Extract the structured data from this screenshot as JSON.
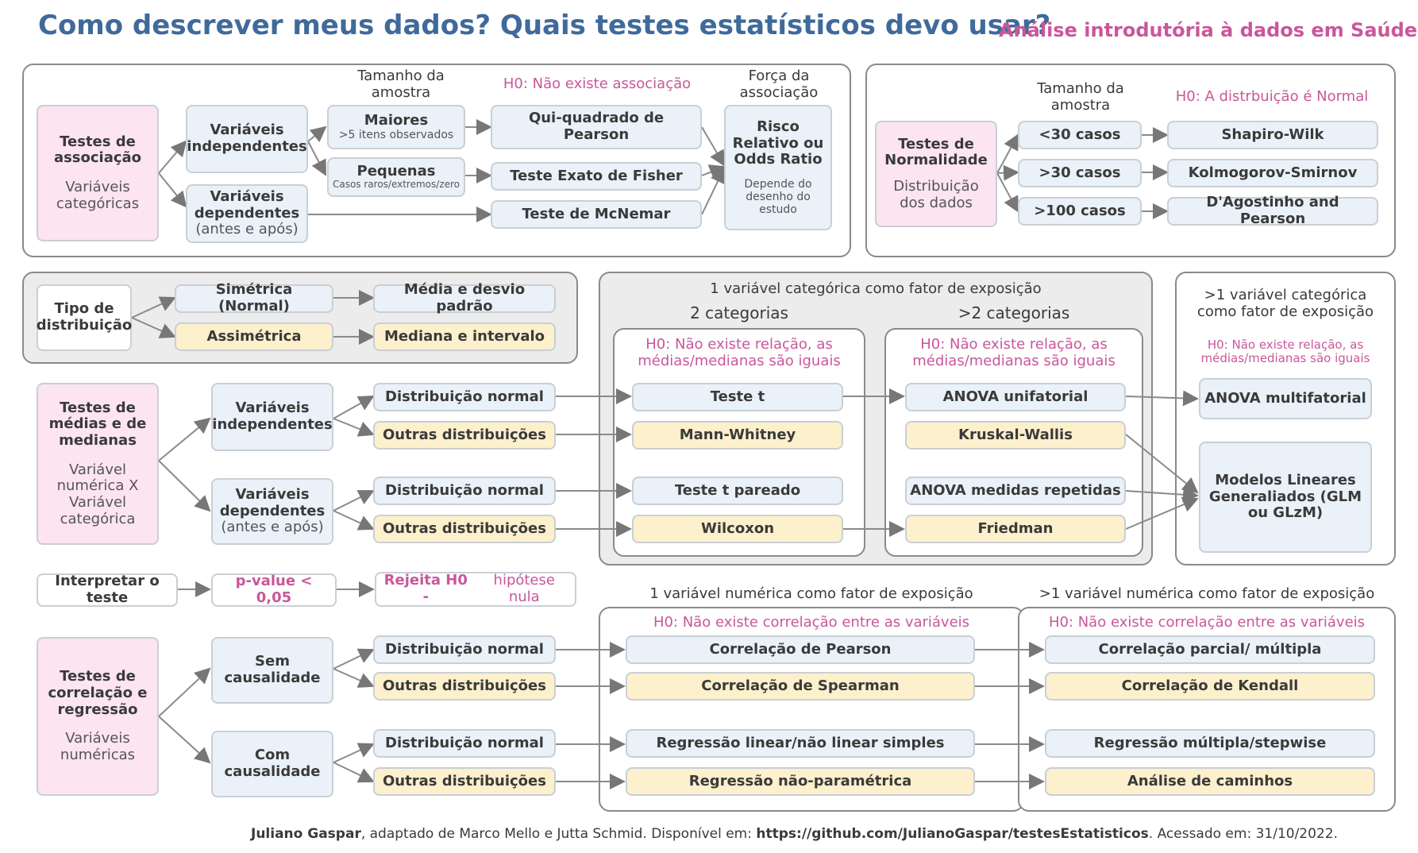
{
  "title": "Como descrever meus dados? Quais testes estatísticos devo usar?",
  "subtitle": "Análise introdutória à dados em Saúde",
  "assoc": {
    "main": "Testes de associação",
    "main_sub": "Variáveis categóricas",
    "indep": "Variáveis independentes",
    "dep": "Variáveis dependentes",
    "dep_sub": "(antes e após)",
    "size_header": "Tamanho da amostra",
    "h0": "H0: Não existe associação",
    "strength_header": "Força da associação",
    "maiores": "Maiores",
    "maiores_sub": ">5 itens observados",
    "pequenas": "Pequenas",
    "pequenas_sub": "Casos raros/extremos/zero",
    "chi": "Qui-quadrado de Pearson",
    "fisher": "Teste Exato de Fisher",
    "mcnemar": "Teste de McNemar",
    "rr": "Risco Relativo ou Odds Ratio",
    "rr_sub": "Depende do desenho do estudo"
  },
  "normality": {
    "main": "Testes de Normalidade",
    "main_sub": "Distribuição dos dados",
    "size_header": "Tamanho da amostra",
    "h0": "H0: A distrbuição é Normal",
    "lt30": "<30 casos",
    "gt30": ">30 casos",
    "gt100": ">100 casos",
    "shapiro": "Shapiro-Wilk",
    "ks": "Kolmogorov-Smirnov",
    "dagostino": "D'Agostinho and Pearson"
  },
  "distrib": {
    "main": "Tipo de distribuição",
    "sym": "Simétrica (Normal)",
    "asym": "Assimétrica",
    "mean": "Média e desvio padrão",
    "median": "Mediana e intervalo"
  },
  "means": {
    "main": "Testes de médias e de medianas",
    "main_sub": "Variável numérica X Variável categórica",
    "indep": "Variáveis independentes",
    "dep": "Variáveis dependentes",
    "dep_sub": "(antes e após)",
    "normal": "Distribuição normal",
    "other": "Outras distribuições",
    "cat1_header": "1 variável categórica como fator de exposição",
    "two_cat": "2 categorias",
    "more_cat": ">2 categorias",
    "h0": "H0: Não existe relação, as médias/medianas são iguais",
    "ttest": "Teste t",
    "mann": "Mann-Whitney",
    "ttest_paired": "Teste t pareado",
    "wilcoxon": "Wilcoxon",
    "anova1": "ANOVA unifatorial",
    "kruskal": "Kruskal-Wallis",
    "anova_rep": "ANOVA medidas repetidas",
    "friedman": "Friedman",
    "multi_header": ">1 variável categórica como fator de exposição",
    "anova_multi": "ANOVA multifatorial",
    "glm": "Modelos Lineares Generaliados (GLM ou GLzM)"
  },
  "interpret": {
    "main": "Interpretar o teste",
    "pvalue": "p-value < 0,05",
    "reject": "Rejeita H0 -",
    "reject_sub": "hipótese nula"
  },
  "corr": {
    "main": "Testes de correlação e regressão",
    "main_sub": "Variáveis numéricas",
    "nocaus": "Sem causalidade",
    "caus": "Com causalidade",
    "normal": "Distribuição normal",
    "other": "Outras distribuições",
    "num1_header": "1 variável numérica como fator de exposição",
    "num_multi_header": ">1 variável numérica como fator de exposição",
    "h0": "H0: Não existe correlação entre as variáveis",
    "pearson": "Correlação de Pearson",
    "spearman": "Correlação de Spearman",
    "linreg": "Regressão linear/não linear simples",
    "nonparam": "Regressão não-paramétrica",
    "partial": "Correlação parcial/ múltipla",
    "kendall": "Correlação de Kendall",
    "multreg": "Regressão múltipla/stepwise",
    "path": "Análise de caminhos"
  },
  "footer": {
    "author": "Juliano Gaspar",
    "text1": ", adaptado de Marco Mello e Jutta Schmid. Disponível em: ",
    "url": "https://github.com/JulianoGaspar/testesEstatisticos",
    "text2": ". Acessado em: 31/10/2022."
  }
}
